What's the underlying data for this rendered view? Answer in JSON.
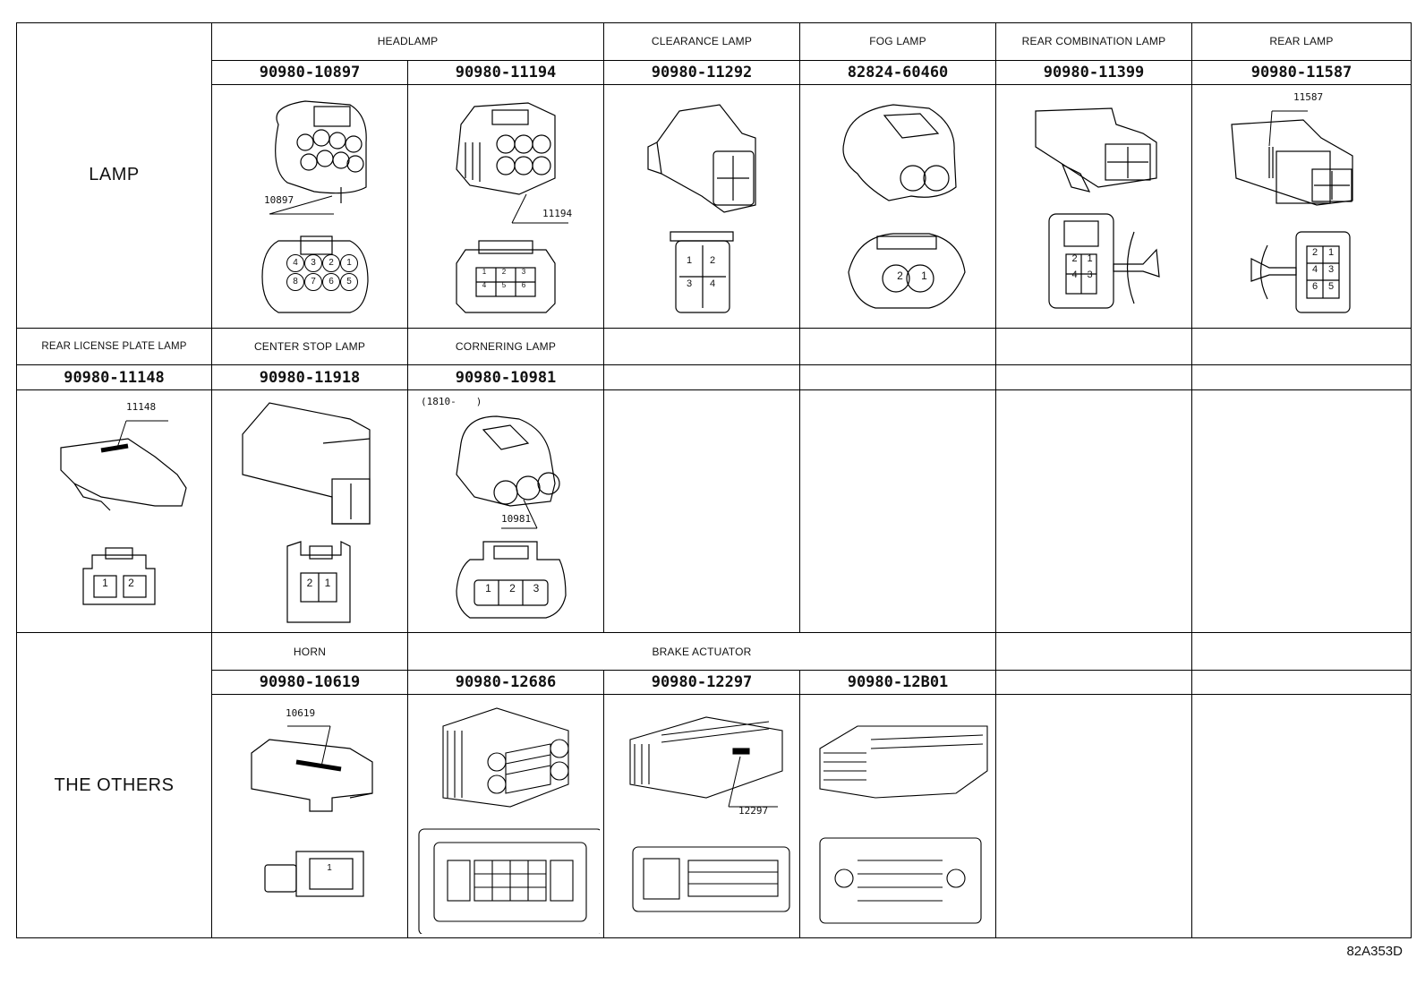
{
  "sections": [
    {
      "category": "LAMP",
      "cells": [
        {
          "group": "HEADLAMP",
          "part": "90980-10897",
          "callout": "10897",
          "pins": [
            "4",
            "3",
            "2",
            "1",
            "8",
            "7",
            "6",
            "5"
          ]
        },
        {
          "group": "",
          "part": "90980-11194",
          "callout": "11194",
          "pins": [
            "1",
            "2",
            "3",
            "4",
            "5",
            "6"
          ]
        },
        {
          "group": "CLEARANCE LAMP",
          "part": "90980-11292",
          "pins": [
            "1",
            "2",
            "3",
            "4"
          ]
        },
        {
          "group": "FOG LAMP",
          "part": "82824-60460",
          "pins": [
            "2",
            "1"
          ]
        },
        {
          "group": "REAR COMBINATION LAMP",
          "part": "90980-11399",
          "pins": [
            "2",
            "1",
            "4",
            "3"
          ]
        },
        {
          "group": "REAR LAMP",
          "part": "90980-11587",
          "callout": "11587",
          "pins": [
            "2",
            "1",
            "4",
            "3",
            "6",
            "5"
          ]
        }
      ]
    },
    {
      "category": "",
      "cells": [
        {
          "group": "REAR LICENSE PLATE LAMP",
          "part": "90980-11148",
          "callout": "11148",
          "pins": [
            "1",
            "2"
          ]
        },
        {
          "group": "CENTER STOP LAMP",
          "part": "90980-11918",
          "pins": [
            "2",
            "1"
          ]
        },
        {
          "group": "CORNERING LAMP",
          "part": "90980-10981",
          "callout": "10981",
          "note": "(1810-　　)",
          "pins": [
            "1",
            "2",
            "3"
          ]
        }
      ]
    },
    {
      "category": "THE OTHERS",
      "cells": [
        {
          "group": "HORN",
          "part": "90980-10619",
          "callout": "10619",
          "pins": [
            "1"
          ]
        },
        {
          "group": "BRAKE ACTUATOR",
          "part": "90980-12686"
        },
        {
          "group": "",
          "part": "90980-12297",
          "callout": "12297"
        },
        {
          "group": "",
          "part": "90980-12B01"
        }
      ]
    }
  ],
  "figure_code": "82A353D"
}
